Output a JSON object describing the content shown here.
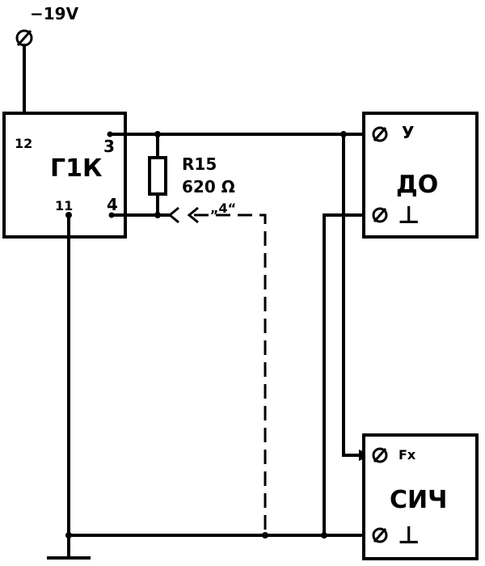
{
  "supply": {
    "voltage": "−19V",
    "pin": "12"
  },
  "g1k": {
    "name": "Г1К",
    "pin3": "3",
    "pin4": "4",
    "pin11": "11"
  },
  "resistor": {
    "ref": "R15",
    "value": "620 Ω",
    "probe": "„4“"
  },
  "do_block": {
    "name": "ДО",
    "in_label": "У",
    "gnd_label": "⊥"
  },
  "sich": {
    "name": "СИЧ",
    "in_label": "Fx",
    "gnd_label": "⊥"
  }
}
